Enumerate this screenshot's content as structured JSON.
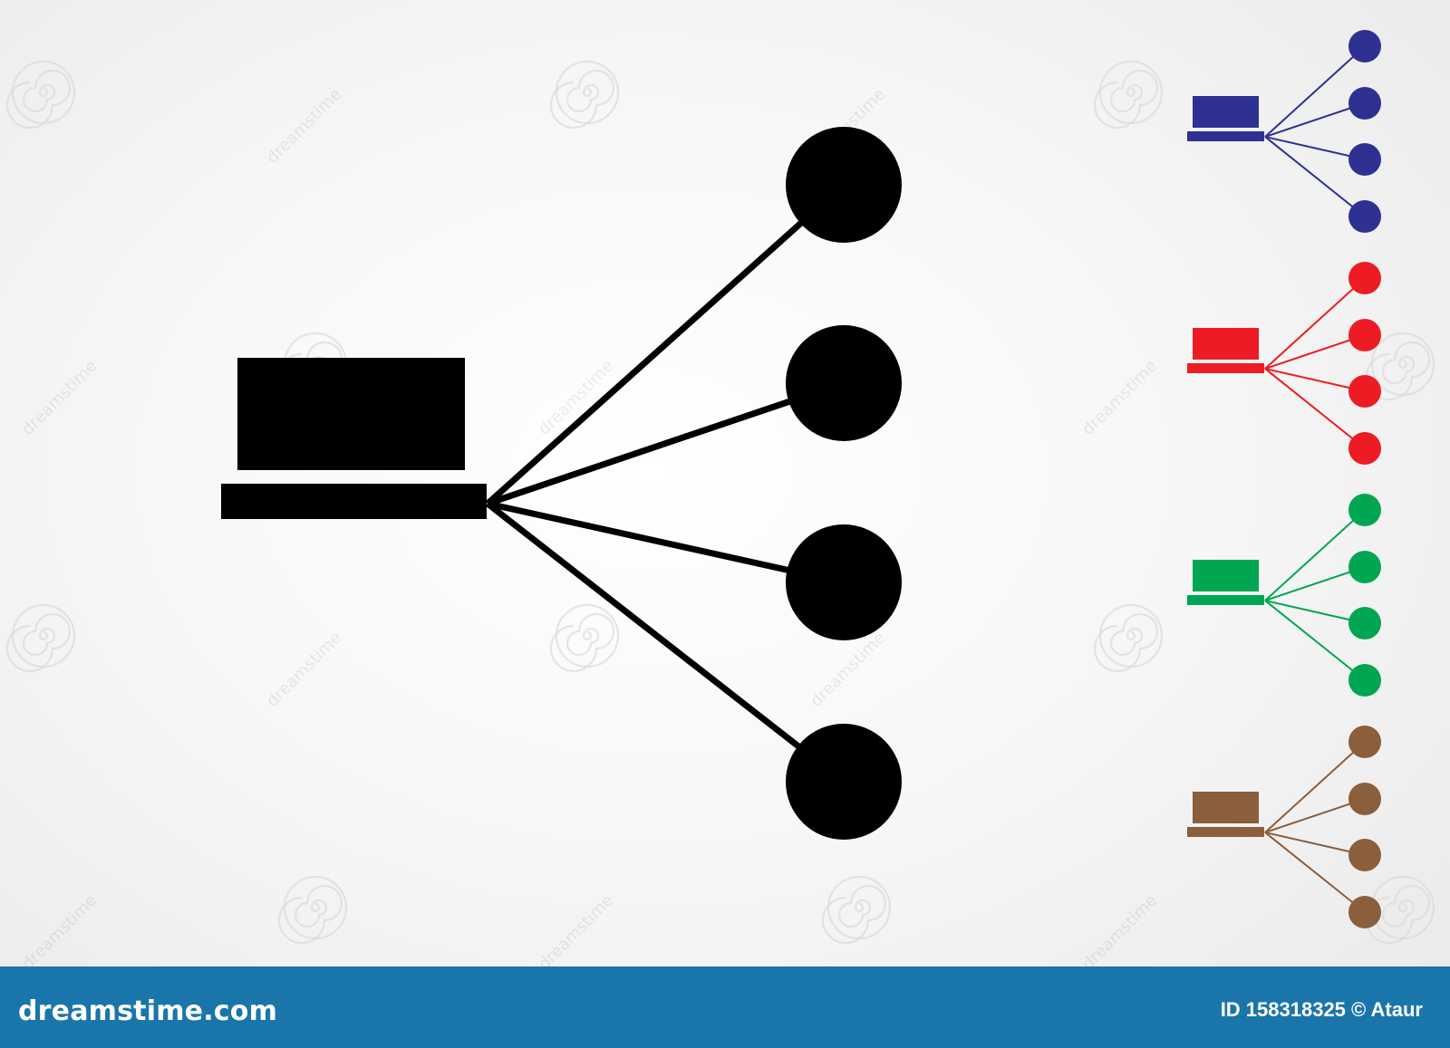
{
  "footer": {
    "logo": "dreamstime.com",
    "credit": "ID 158318325 © Ataur",
    "background": "#1a75ab"
  },
  "watermark": {
    "text": "dreamstime"
  },
  "icons": {
    "main": {
      "name": "network-share-icon",
      "color": "#000000"
    },
    "variants": [
      {
        "name": "network-share-icon-blue",
        "color": "#2e3192"
      },
      {
        "name": "network-share-icon-red",
        "color": "#ed1c24"
      },
      {
        "name": "network-share-icon-green",
        "color": "#00a651"
      },
      {
        "name": "network-share-icon-brown",
        "color": "#8b5e3c"
      }
    ]
  }
}
